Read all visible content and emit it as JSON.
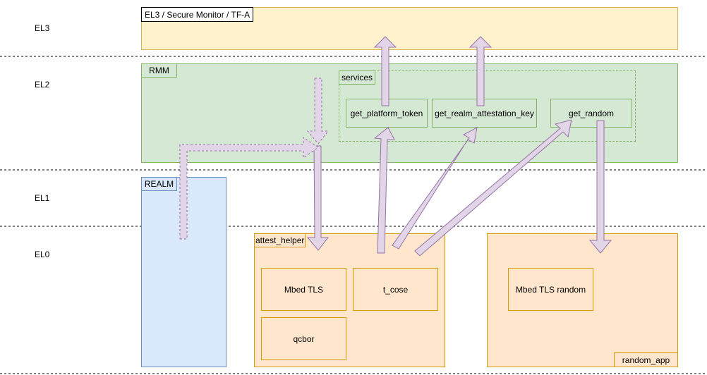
{
  "levels": {
    "el3": "EL3",
    "el2": "EL2",
    "el1": "EL1",
    "el0": "EL0"
  },
  "components": {
    "secure_monitor": "EL3 / Secure Monitor / TF-A",
    "rmm": "RMM",
    "services": "services",
    "realm": "REALM",
    "attest_helper": "attest_helper",
    "random_app": "random_app"
  },
  "services_list": {
    "platform_token": "get_platform_token",
    "realm_attestation_key": "get_realm_attestation_key",
    "random": "get_random"
  },
  "libraries": {
    "mbed_tls": "Mbed TLS",
    "t_cose": "t_cose",
    "qcbor": "qcbor",
    "mbed_tls_random": "Mbed TLS random"
  },
  "colors": {
    "el3_fill": "#fff2cc",
    "el3_stroke": "#d6b656",
    "rmm_fill": "#d5e8d4",
    "rmm_stroke": "#82b366",
    "realm_fill": "#dae8fc",
    "realm_stroke": "#6c8ebf",
    "el0_fill": "#ffe6cc",
    "el0_stroke": "#d79b00",
    "arrow_fill": "#e1d5e7",
    "arrow_stroke": "#9673a6"
  }
}
